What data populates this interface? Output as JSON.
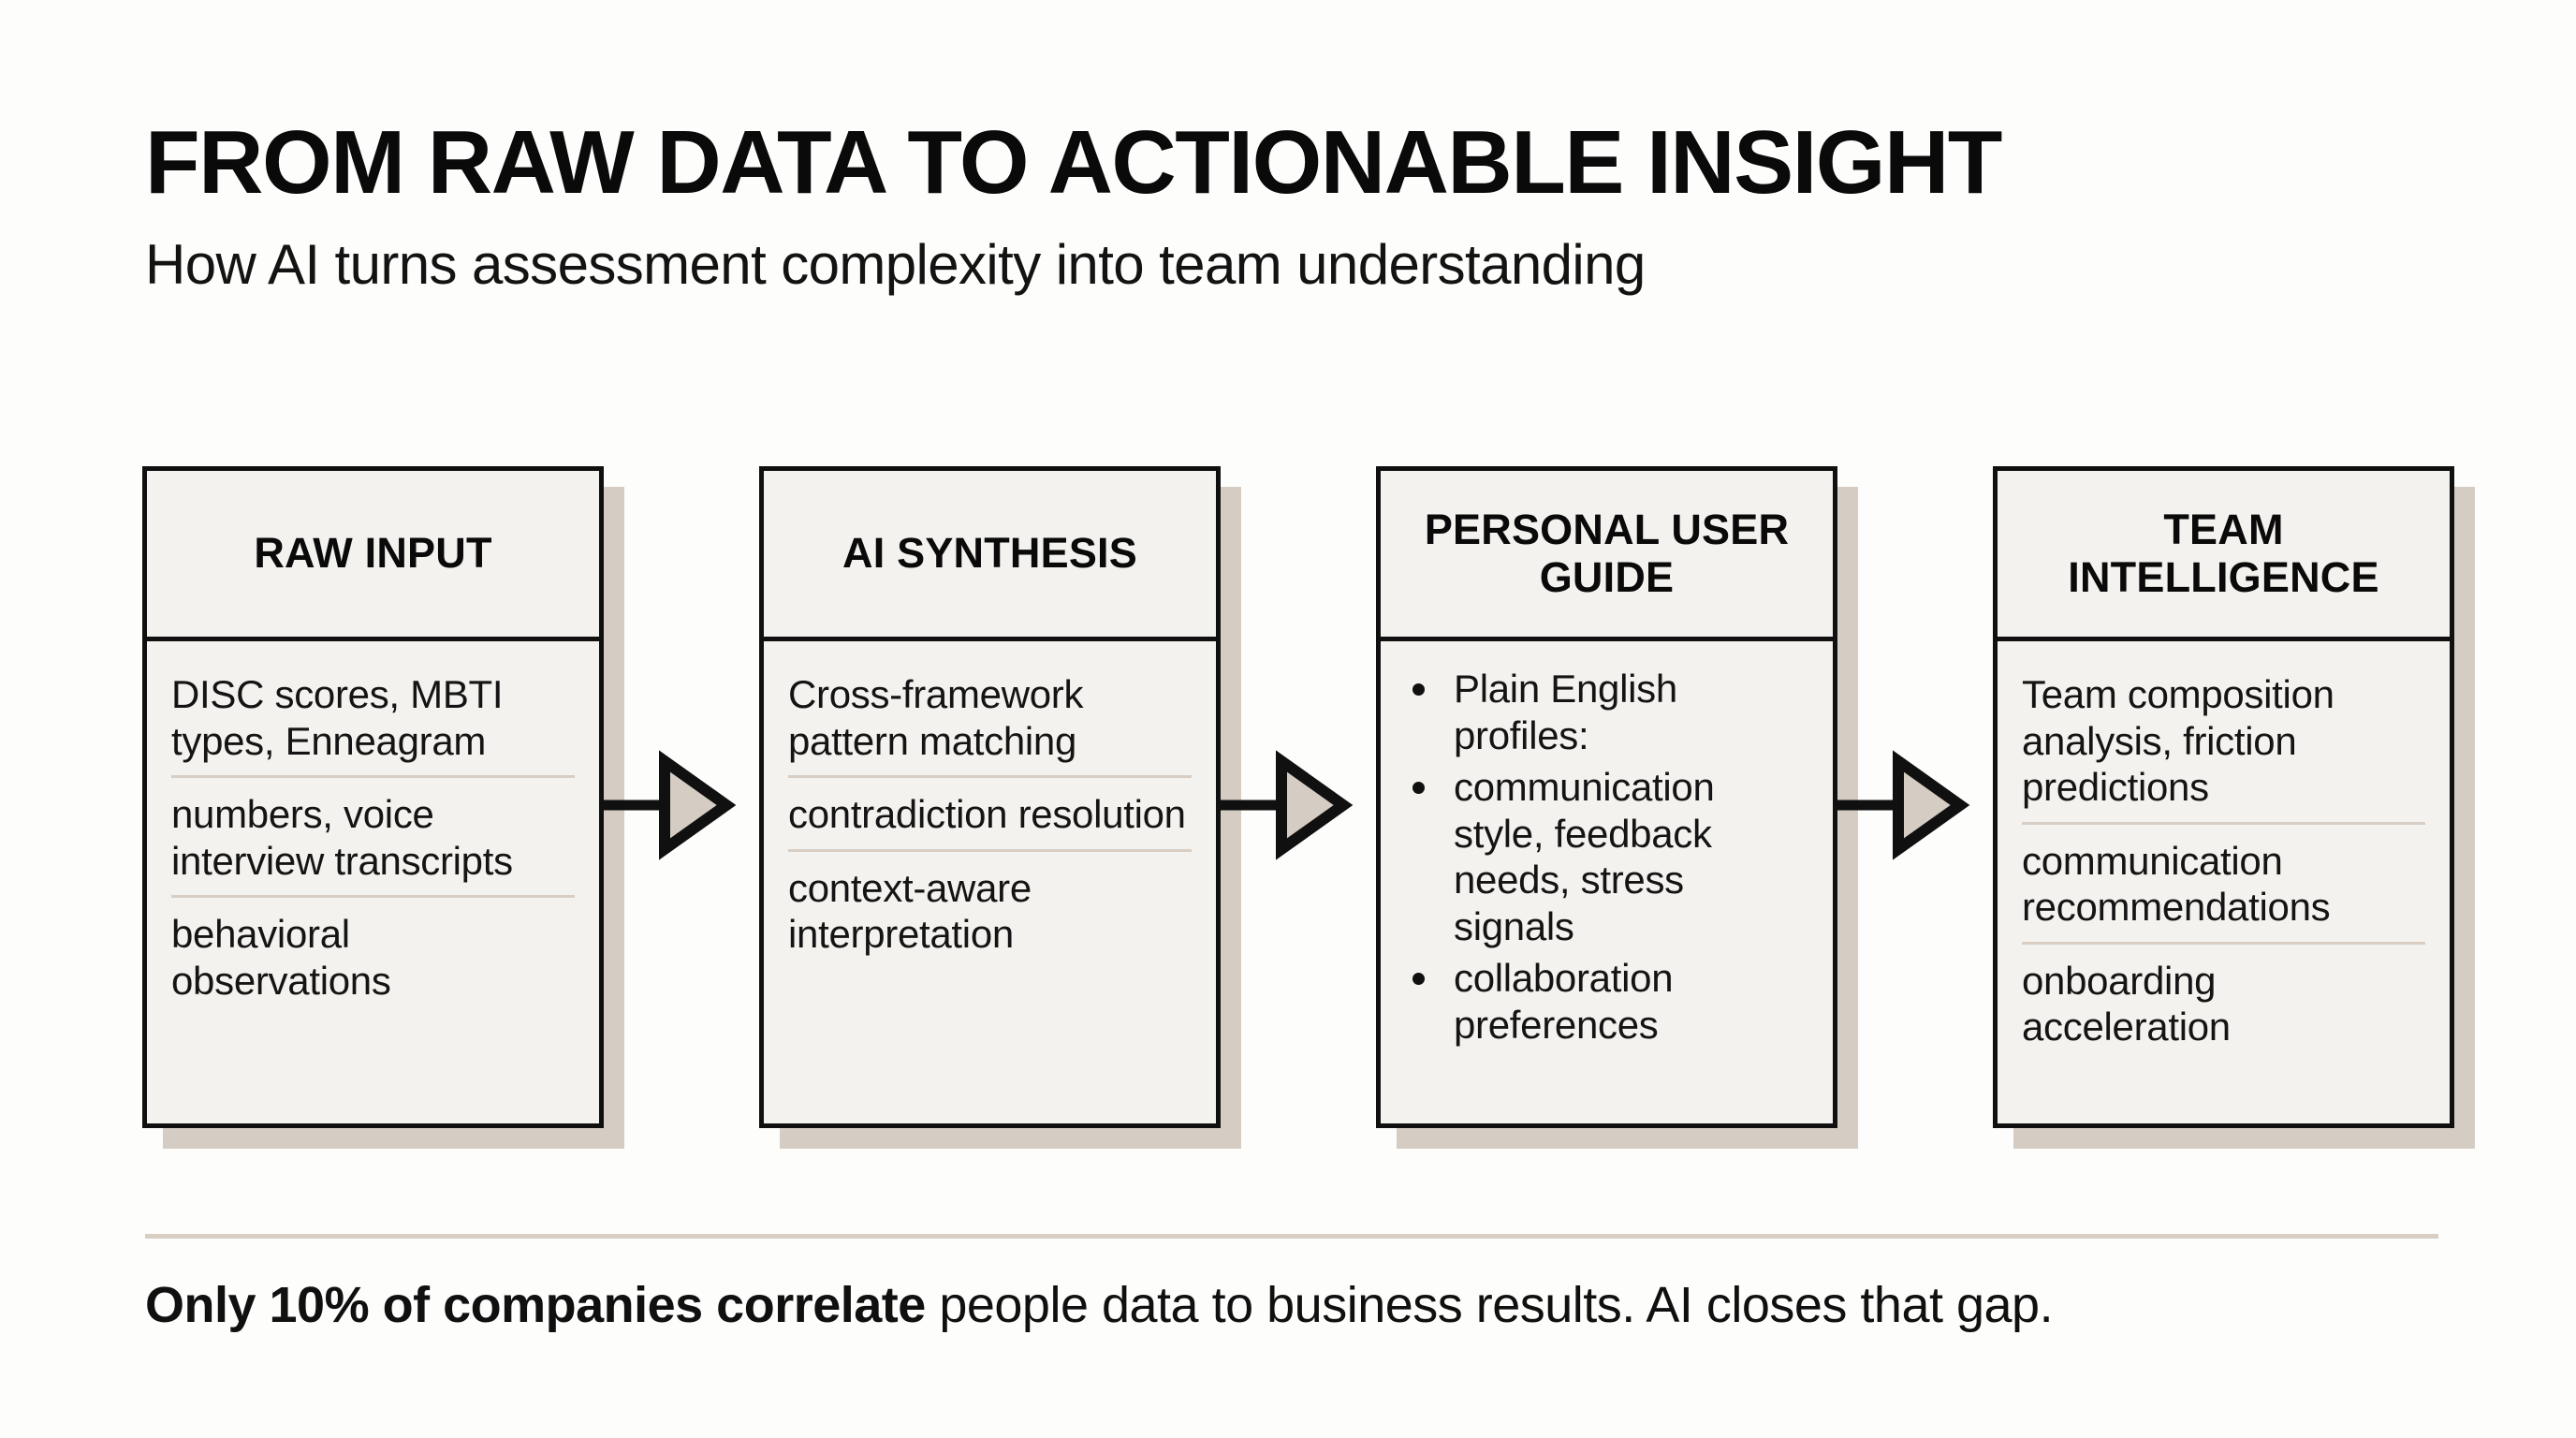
{
  "header": {
    "title": "FROM RAW DATA TO ACTIONABLE INSIGHT",
    "subtitle": "How AI turns assessment complexity into team understanding"
  },
  "colors": {
    "background": "#fdfdfc",
    "card_fill": "#f4f2ee",
    "card_border": "#101010",
    "shadow": "#d5cdc4",
    "divider": "#d8cec4",
    "text": "#101010"
  },
  "flow": {
    "connector_icon": "arrow-right-icon",
    "stages": [
      {
        "id": "raw-input",
        "title": "RAW INPUT",
        "list_style": "rules",
        "items": [
          "DISC scores, MBTI types, Enneagram",
          "numbers, voice interview transcripts",
          "behavioral observations"
        ]
      },
      {
        "id": "ai-synthesis",
        "title": "AI SYNTHESIS",
        "list_style": "rules",
        "items": [
          "Cross-framework pattern matching",
          "contradiction resolution",
          "context-aware interpretation"
        ]
      },
      {
        "id": "personal-user-guide",
        "title": "PERSONAL USER GUIDE",
        "list_style": "bullets",
        "items": [
          "Plain English profiles:",
          "communication style, feedback needs, stress signals",
          "collaboration preferences"
        ]
      },
      {
        "id": "team-intelligence",
        "title": "TEAM INTELLIGENCE",
        "list_style": "rules",
        "items": [
          "Team composition analysis, friction predictions",
          "communication recommendations",
          "onboarding acceleration"
        ]
      }
    ]
  },
  "footer": {
    "lead_bold": "Only 10% of companies correlate",
    "rest": " people data to business results. AI closes that gap.",
    "stat_value": "10%"
  }
}
